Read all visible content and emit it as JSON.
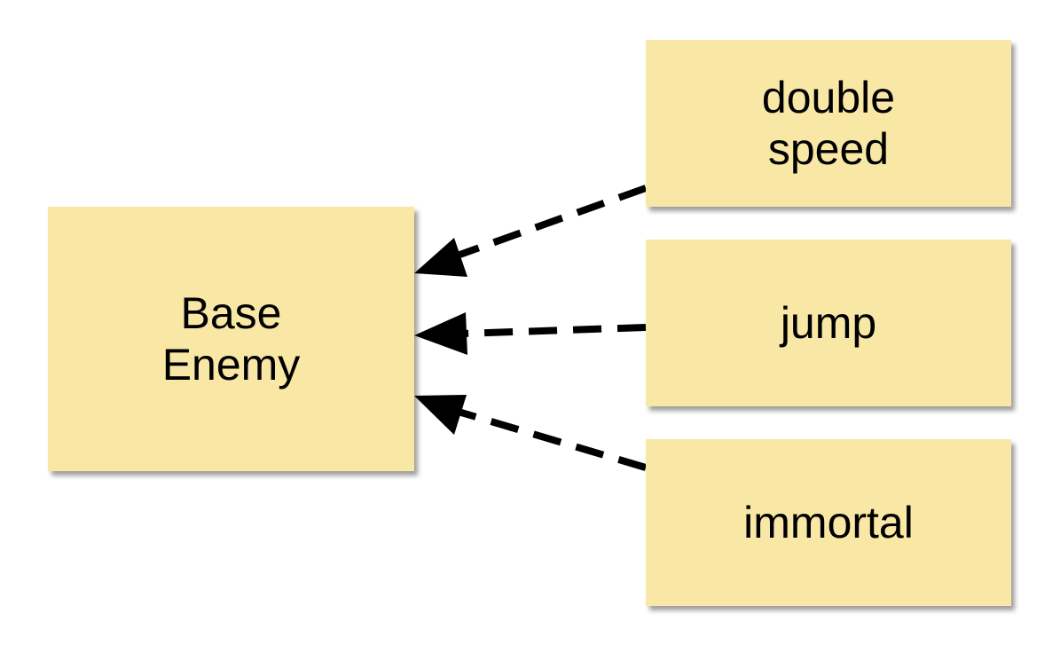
{
  "diagram": {
    "nodes": {
      "base": {
        "label": "Base\nEnemy"
      },
      "double_speed": {
        "label": "double\nspeed"
      },
      "jump": {
        "label": "jump"
      },
      "immortal": {
        "label": "immortal"
      }
    },
    "edges": [
      {
        "from": "double_speed",
        "to": "base",
        "style": "dashed"
      },
      {
        "from": "jump",
        "to": "base",
        "style": "dashed"
      },
      {
        "from": "immortal",
        "to": "base",
        "style": "dashed"
      }
    ],
    "colors": {
      "node_fill": "#f8e7a5",
      "edge": "#000000"
    }
  }
}
